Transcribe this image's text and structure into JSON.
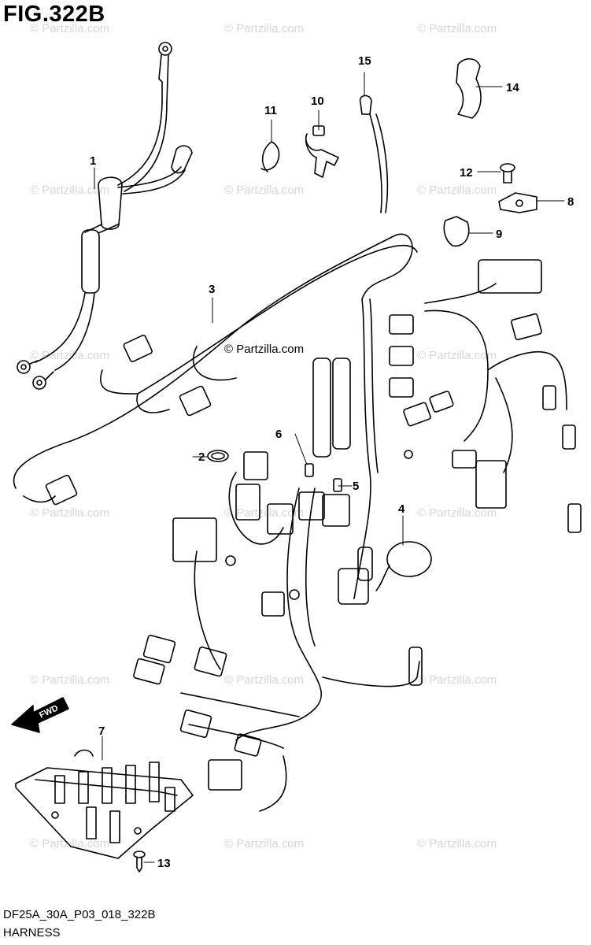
{
  "figure": {
    "title": "FIG.322B",
    "diagram_code": "DF25A_30A_P03_018_322B",
    "name": "HARNESS"
  },
  "watermark": {
    "text": "© Partzilla.com",
    "color": "#d6d6d6"
  },
  "callouts": [
    "1",
    "2",
    "3",
    "4",
    "5",
    "6",
    "7",
    "8",
    "9",
    "10",
    "11",
    "12",
    "13",
    "14",
    "15"
  ],
  "arrow_label": "FWD"
}
